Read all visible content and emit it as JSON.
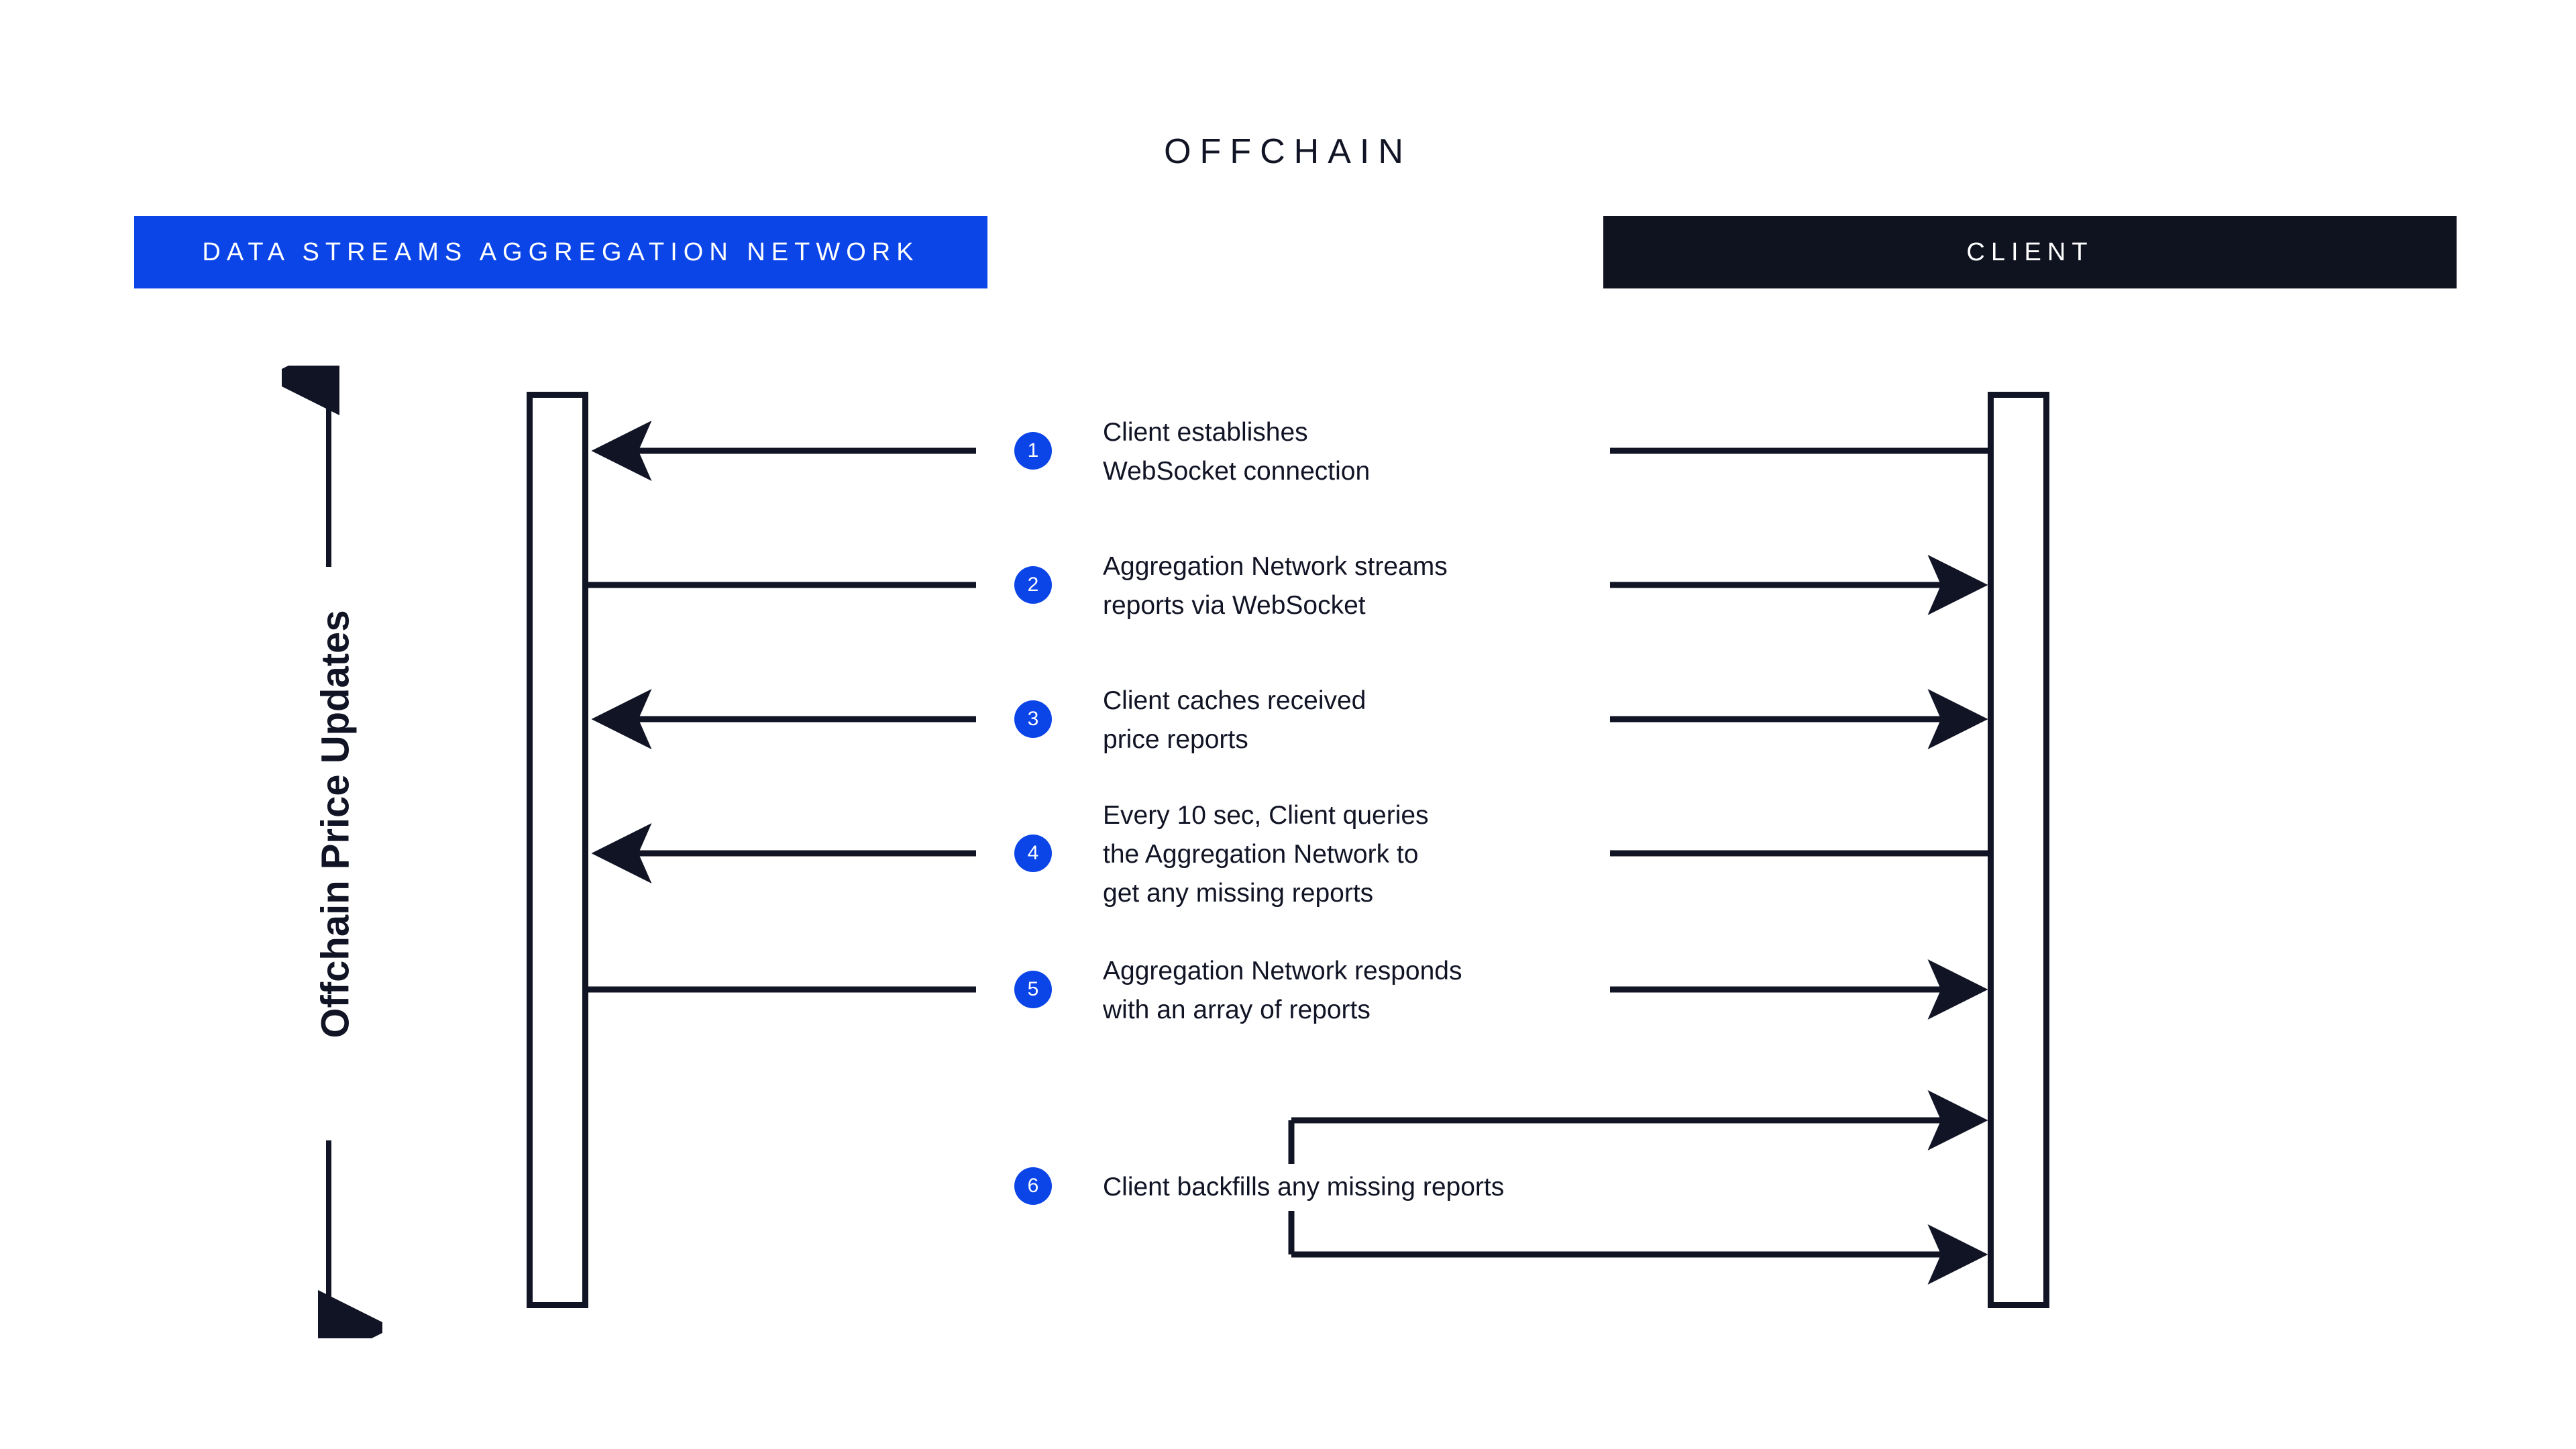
{
  "diagram": {
    "title": "OFFCHAIN",
    "colors": {
      "accent_blue": "#0b45e8",
      "dark": "#0f1320",
      "ink": "#111425",
      "background": "#ffffff"
    },
    "lanes": [
      {
        "id": "network",
        "label": "DATA STREAMS AGGREGATION NETWORK",
        "style": "blue"
      },
      {
        "id": "client",
        "label": "CLIENT",
        "style": "dark"
      }
    ],
    "axis": {
      "label": "Offchain Price Updates",
      "arrow_style": "double-headed-vertical"
    },
    "steps": [
      {
        "number": "1",
        "text": "Client establishes\nWebSocket connection",
        "left_arrow": "left",
        "right_arrow": "none"
      },
      {
        "number": "2",
        "text": "Aggregation Network streams\nreports via WebSocket",
        "left_arrow": "none",
        "right_arrow": "right"
      },
      {
        "number": "3",
        "text": "Client caches received\nprice reports",
        "left_arrow": "left",
        "right_arrow": "right"
      },
      {
        "number": "4",
        "text": "Every 10 sec, Client queries\nthe Aggregation Network to\nget any missing reports",
        "left_arrow": "left",
        "right_arrow": "none"
      },
      {
        "number": "5",
        "text": "Aggregation Network responds\nwith an array of reports",
        "left_arrow": "none",
        "right_arrow": "right"
      },
      {
        "number": "6",
        "text": "Client backfills any missing reports",
        "left_arrow": "none",
        "right_arrow": "self-loop"
      }
    ]
  }
}
